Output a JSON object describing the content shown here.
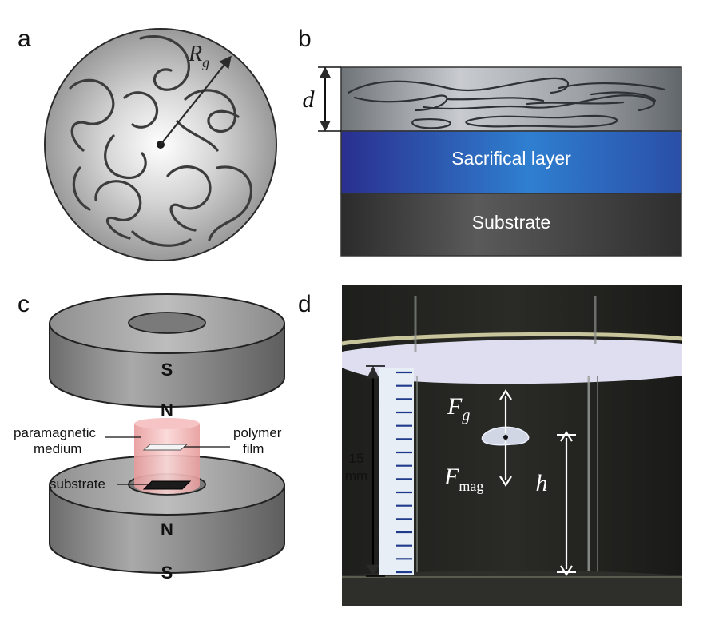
{
  "panels": {
    "a": {
      "letter": "a",
      "radius_symbol": "R",
      "radius_subscript": "g"
    },
    "b": {
      "letter": "b",
      "thickness_symbol": "d",
      "sacrificial_label": "Sacrifical layer",
      "substrate_label": "Substrate"
    },
    "c": {
      "letter": "c",
      "top_magnet_upper_pole": "S",
      "top_magnet_lower_pole": "N",
      "bottom_magnet_upper_pole": "N",
      "bottom_magnet_lower_pole": "S",
      "medium_label_line1": "paramagnetic",
      "medium_label_line2": "medium",
      "film_label_line1": "polymer",
      "film_label_line2": "film",
      "substrate_label": "substrate"
    },
    "d": {
      "letter": "d",
      "scale_value": "15",
      "scale_unit": "mm",
      "force_gravity_symbol": "F",
      "force_gravity_subscript": "g",
      "force_magnetic_symbol": "F",
      "force_magnetic_subscript": "mag",
      "height_symbol": "h"
    }
  },
  "colors": {
    "sacrificial_layer": "#2f58b8",
    "substrate": "#3a3a3a",
    "magnet": "#8a8a8a",
    "medium": "#f3b8b8"
  }
}
